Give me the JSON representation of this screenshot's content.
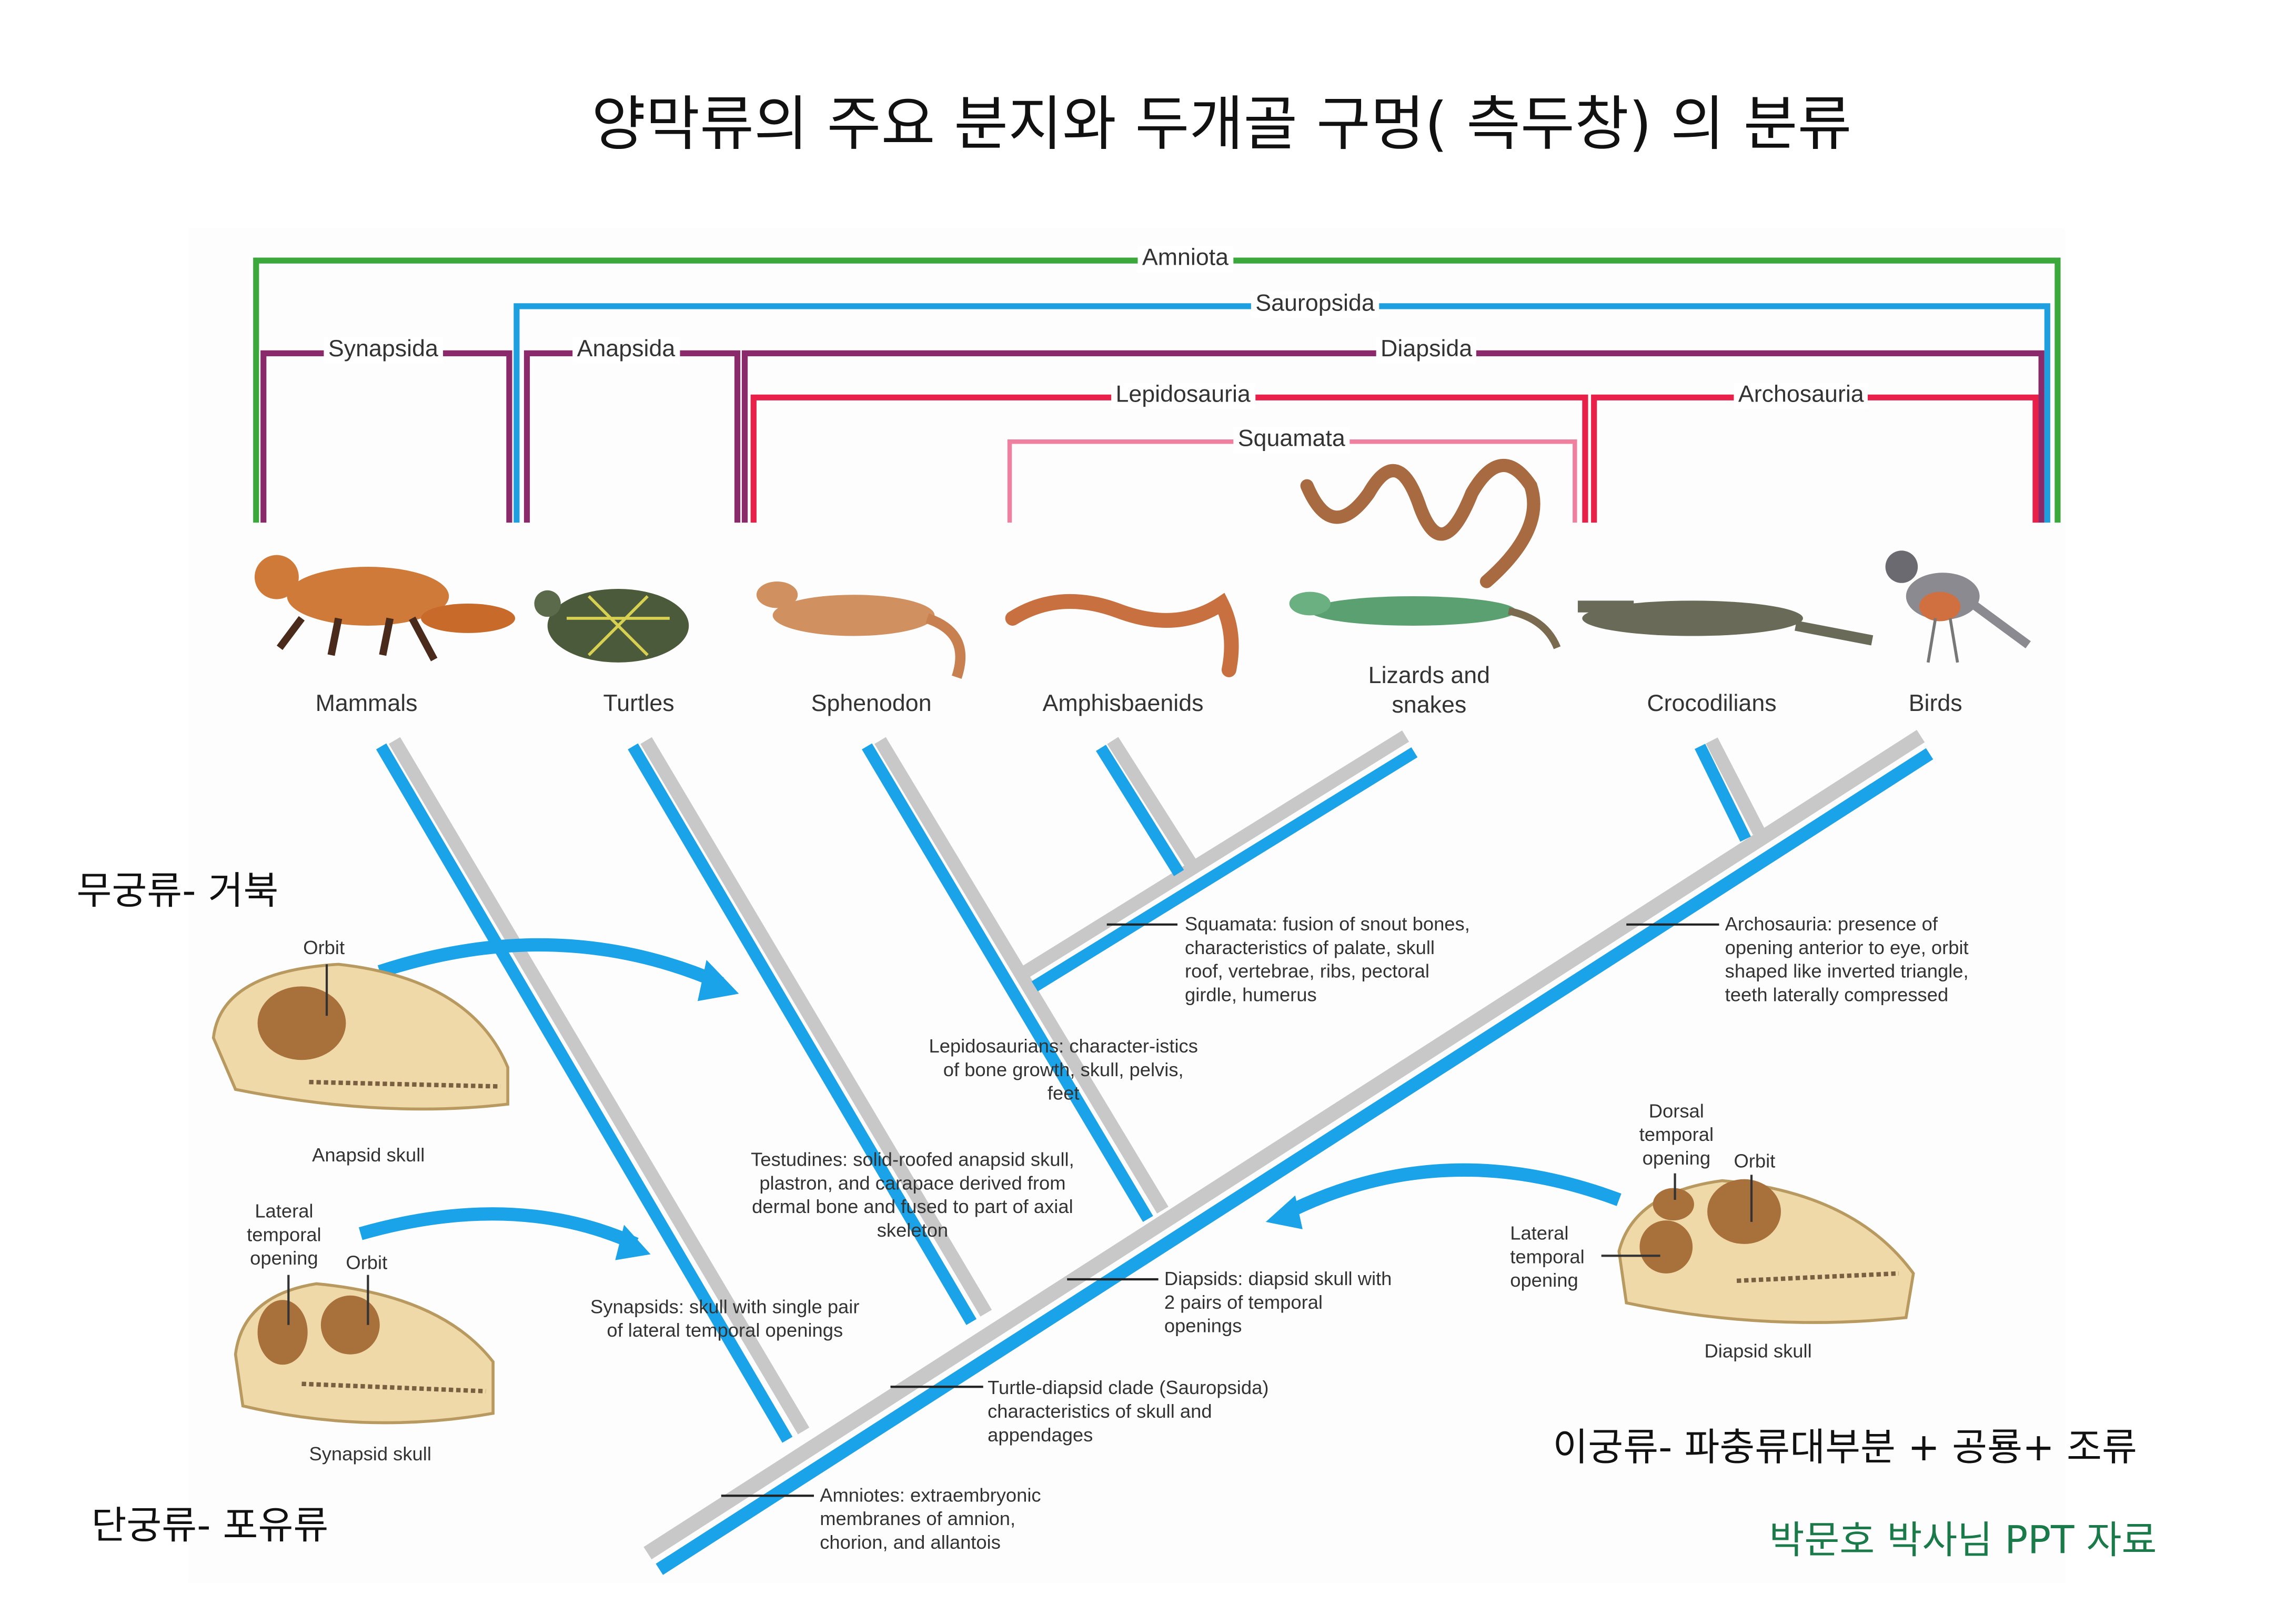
{
  "title": "양막류의 주요 분지와 두개골 구멍( 측두창) 의 분류",
  "clades": {
    "amniota": "Amniota",
    "sauropsida": "Sauropsida",
    "synapsida": "Synapsida",
    "anapsida": "Anapsida",
    "diapsida": "Diapsida",
    "lepidosauria": "Lepidosauria",
    "archosauria": "Archosauria",
    "squamata": "Squamata"
  },
  "taxa": [
    "Mammals",
    "Turtles",
    "Sphenodon",
    "Amphisbaenids",
    "Lizards and snakes",
    "Crocodilians",
    "Birds"
  ],
  "notes": {
    "squamata": "Squamata: fusion of snout bones, characteristics of palate, skull roof, vertebrae, ribs, pectoral girdle, humerus",
    "archosauria": "Archosauria: presence of opening anterior to eye, orbit shaped like inverted triangle, teeth laterally compressed",
    "lepidosaurians": "Lepidosaurians: character-istics of bone growth, skull, pelvis, feet",
    "testudines": "Testudines: solid-roofed anapsid skull, plastron, and carapace derived from dermal bone and fused to part of axial skeleton",
    "synapsids": "Synapsids: skull with single pair of lateral temporal openings",
    "diapsids": "Diapsids: diapsid skull with 2 pairs of temporal openings",
    "turtle_diapsid": "Turtle-diapsid clade (Sauropsida) characteristics of skull and appendages",
    "amniotes": "Amniotes: extraembryonic membranes of amnion, chorion, and allantois"
  },
  "skulls": {
    "anapsid": {
      "orbit": "Orbit",
      "caption": "Anapsid skull"
    },
    "synapsid": {
      "lateral": "Lateral temporal opening",
      "orbit": "Orbit",
      "caption": "Synapsid skull"
    },
    "diapsid": {
      "dorsal": "Dorsal temporal opening",
      "orbit": "Orbit",
      "lateral": "Lateral temporal opening",
      "caption": "Diapsid skull"
    }
  },
  "korean_labels": {
    "anapsid": "무궁류- 거북",
    "synapsid": "단궁류- 포유류",
    "diapsid": "이궁류- 파충류대부분 + 공룡+ 조류",
    "credit": "박문호 박사님 PPT 자료"
  },
  "colors": {
    "amniota": "#3aa83a",
    "sauropsida": "#1ea0e0",
    "purple": "#8a2a6a",
    "red": "#e8204a",
    "pink": "#f080a0",
    "branch_blue": "#1aa3e8",
    "branch_gray": "#c8c8c8",
    "credit": "#1a7a4a"
  }
}
